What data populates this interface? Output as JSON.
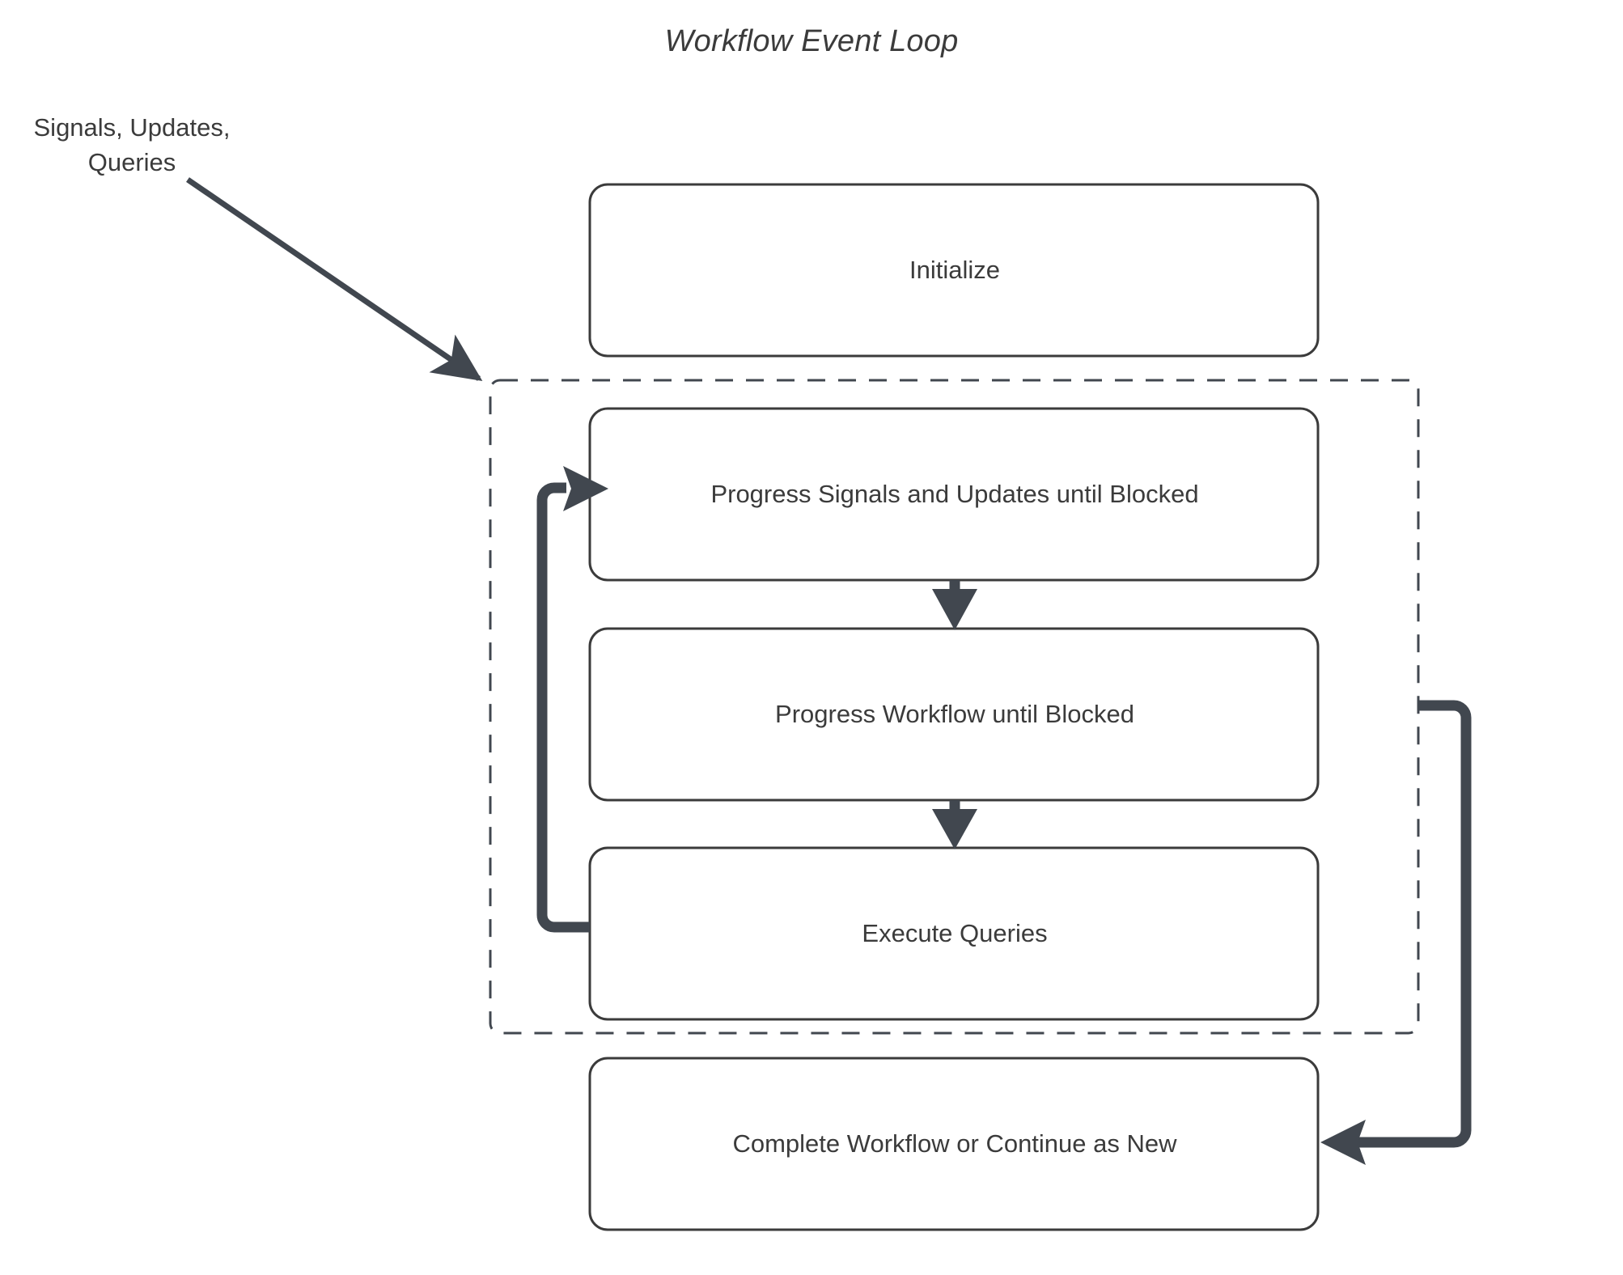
{
  "diagram": {
    "title": "Workflow Event Loop",
    "type": "flowchart",
    "external_label": {
      "line1": "Signals, Updates,",
      "line2": "Queries"
    },
    "colors": {
      "background": "#ffffff",
      "node_stroke": "#3b3b3b",
      "node_fill": "#ffffff",
      "text": "#3b3b3b",
      "arrow": "#41474f",
      "group_dashed_stroke": "#41474f"
    },
    "group": {
      "name": "event-loop-group",
      "style": "dashed",
      "label": ""
    },
    "nodes": [
      {
        "id": "initialize",
        "label": "Initialize"
      },
      {
        "id": "progress-signals",
        "label": "Progress Signals and Updates until Blocked"
      },
      {
        "id": "progress-workflow",
        "label": "Progress Workflow until Blocked"
      },
      {
        "id": "execute-queries",
        "label": "Execute Queries"
      },
      {
        "id": "complete-workflow",
        "label": "Complete Workflow or Continue as New"
      }
    ],
    "edges": [
      {
        "from": "signals-updates-queries",
        "to": "event-loop-group",
        "label": ""
      },
      {
        "from": "progress-signals",
        "to": "progress-workflow",
        "label": ""
      },
      {
        "from": "progress-workflow",
        "to": "execute-queries",
        "label": ""
      },
      {
        "from": "execute-queries",
        "to": "progress-signals",
        "label": ""
      },
      {
        "from": "event-loop-group",
        "to": "complete-workflow",
        "label": ""
      }
    ]
  }
}
